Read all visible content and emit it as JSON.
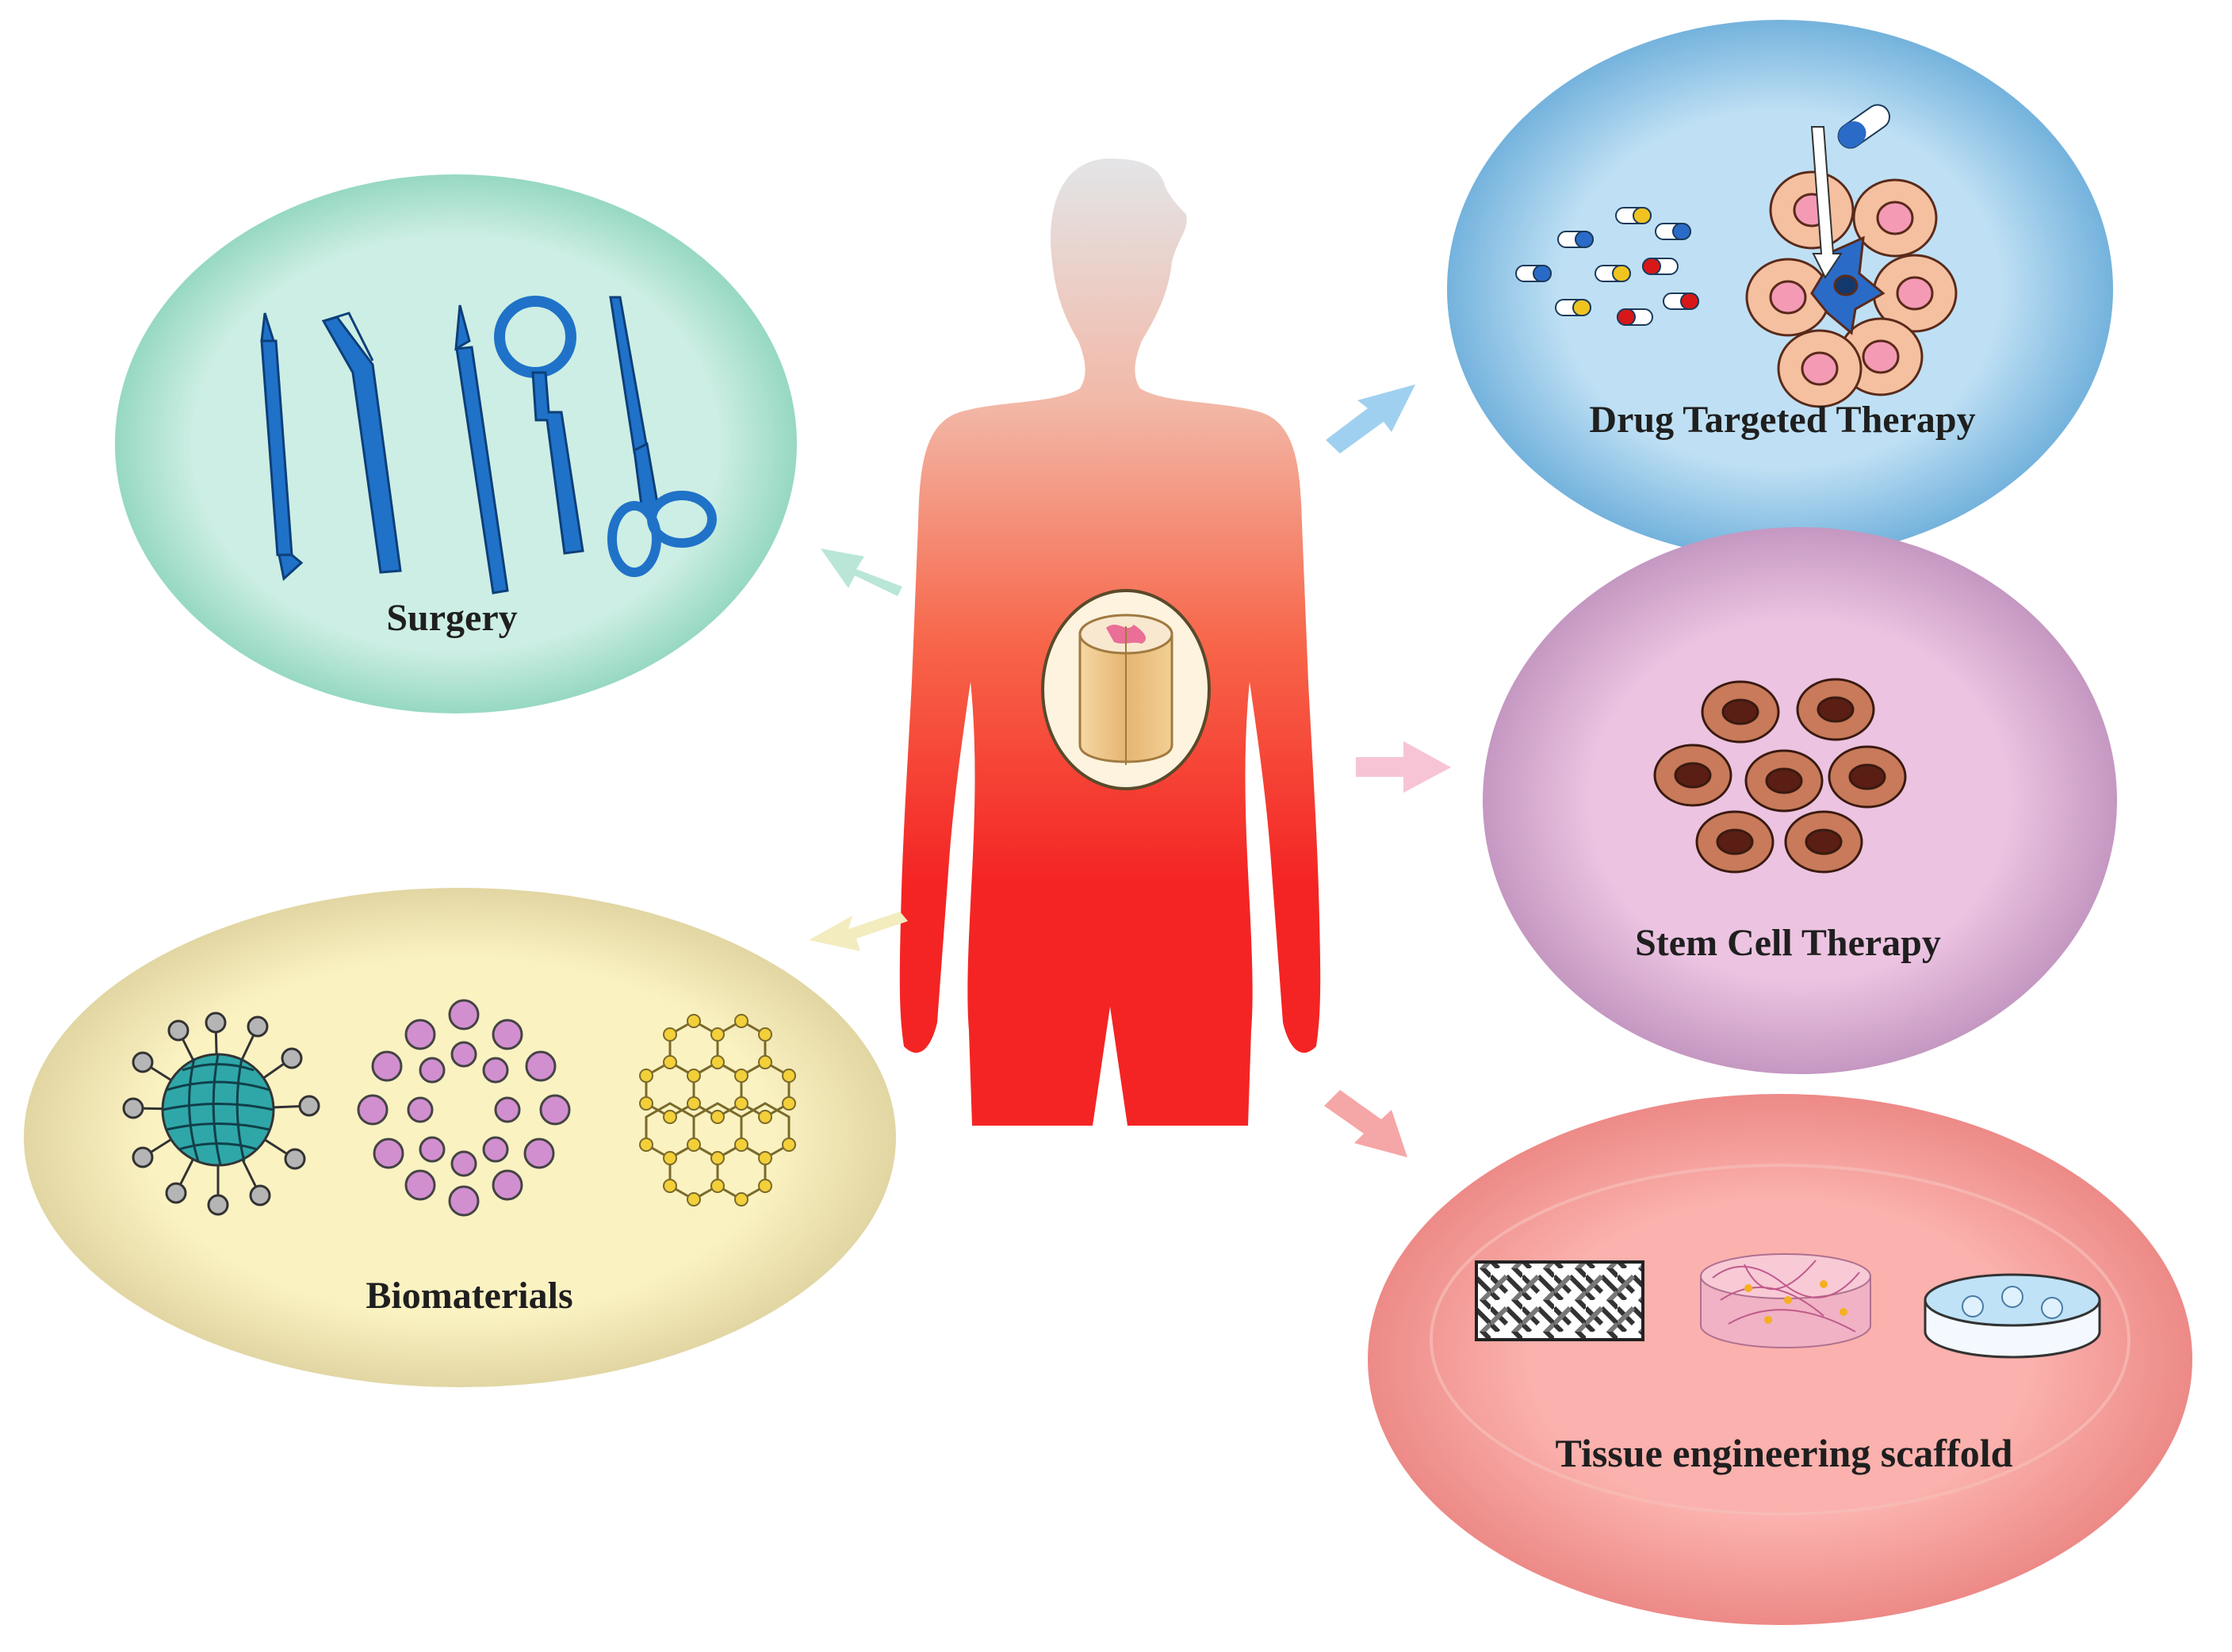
{
  "labels": {
    "surgery": "Surgery",
    "drug": "Drug Targeted Therapy",
    "stem": "Stem Cell Therapy",
    "biomaterials": "Biomaterials",
    "tissue": "Tissue engineering scaffold"
  },
  "colors": {
    "surgery": "#a9e0d2",
    "drug": "#8ec4e6",
    "stem": "#dca6cf",
    "biomaterials": "#f6e8a4",
    "tissue": "#f79b98",
    "tool": "#1f72c8",
    "body_top": "#e3e5e7",
    "body_bottom": "#f42424"
  }
}
